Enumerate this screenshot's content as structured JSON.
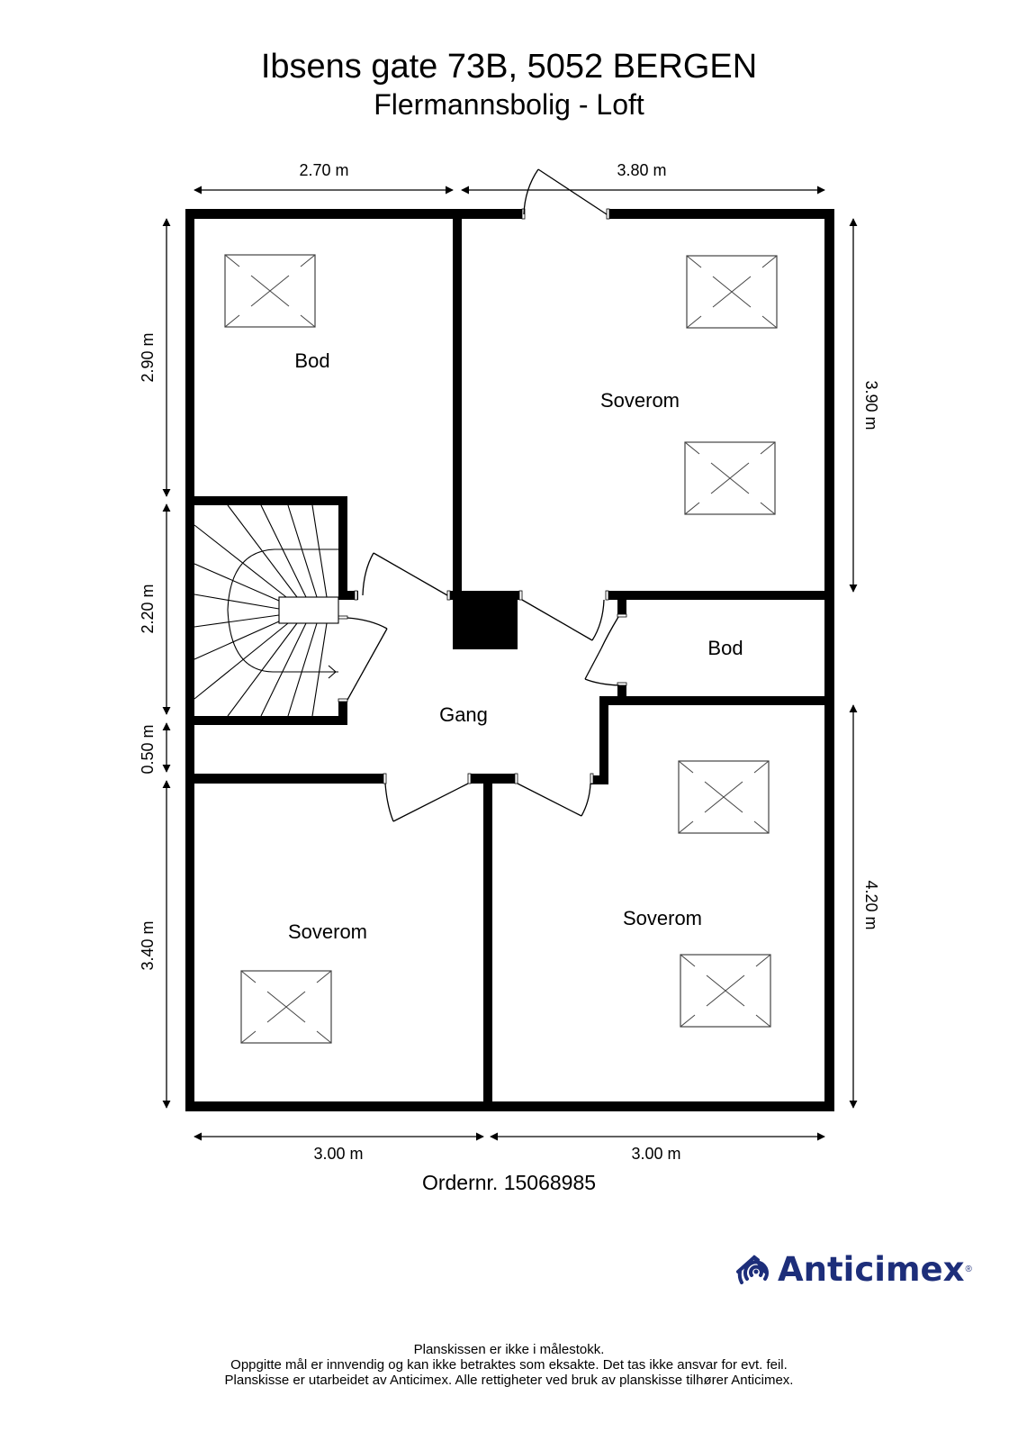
{
  "header": {
    "title": "Ibsens gate 73B, 5052 BERGEN",
    "subtitle": "Flermannsbolig - Loft"
  },
  "dimensions": {
    "top_left": "2.70 m",
    "top_right": "3.80 m",
    "left_1": "2.90 m",
    "left_2": "2.20 m",
    "left_3": "0.50 m",
    "left_4": "3.40 m",
    "right_1": "3.90 m",
    "right_2": "4.20 m",
    "bottom_left": "3.00 m",
    "bottom_right": "3.00 m"
  },
  "rooms": {
    "bod_top": "Bod",
    "soverom_top_right": "Soverom",
    "bod_right": "Bod",
    "gang": "Gang",
    "soverom_bottom_left": "Soverom",
    "soverom_bottom_right": "Soverom"
  },
  "footer": {
    "order": "Ordernr. 15068985",
    "logo_text": "Anticimex",
    "logo_reg": "®",
    "logo_color": "#1d2e7a",
    "disclaimer": [
      "Planskissen er ikke i målestokk.",
      "Oppgitte mål er innvendig og kan ikke betraktes som eksakte. Det tas ikke ansvar for evt. feil.",
      "Planskisse er utarbeidet av Anticimex. Alle rettigheter ved bruk av planskisse tilhører Anticimex."
    ]
  }
}
